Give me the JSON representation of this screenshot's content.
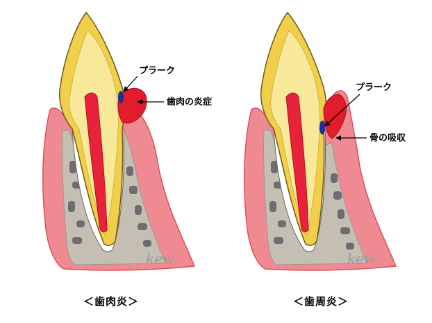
{
  "panels": [
    {
      "caption": "＜歯肉炎＞",
      "labels": {
        "plaque": "プラーク",
        "secondary": "歯肉の炎症"
      },
      "signature": "kew"
    },
    {
      "caption": "＜歯周炎＞",
      "labels": {
        "plaque": "プラーク",
        "secondary": "骨の吸収"
      },
      "signature": "kew"
    }
  ],
  "colors": {
    "gum": "#f08a92",
    "gum_edge": "#d8505e",
    "bone": "#c4bfb2",
    "bone_hole": "#6d6c6e",
    "enamel": "#f1cf4a",
    "dentin": "#f7e89a",
    "pulp": "#e8223a",
    "inflamed": "#e11c2d",
    "plaque": "#1c2f9a"
  }
}
